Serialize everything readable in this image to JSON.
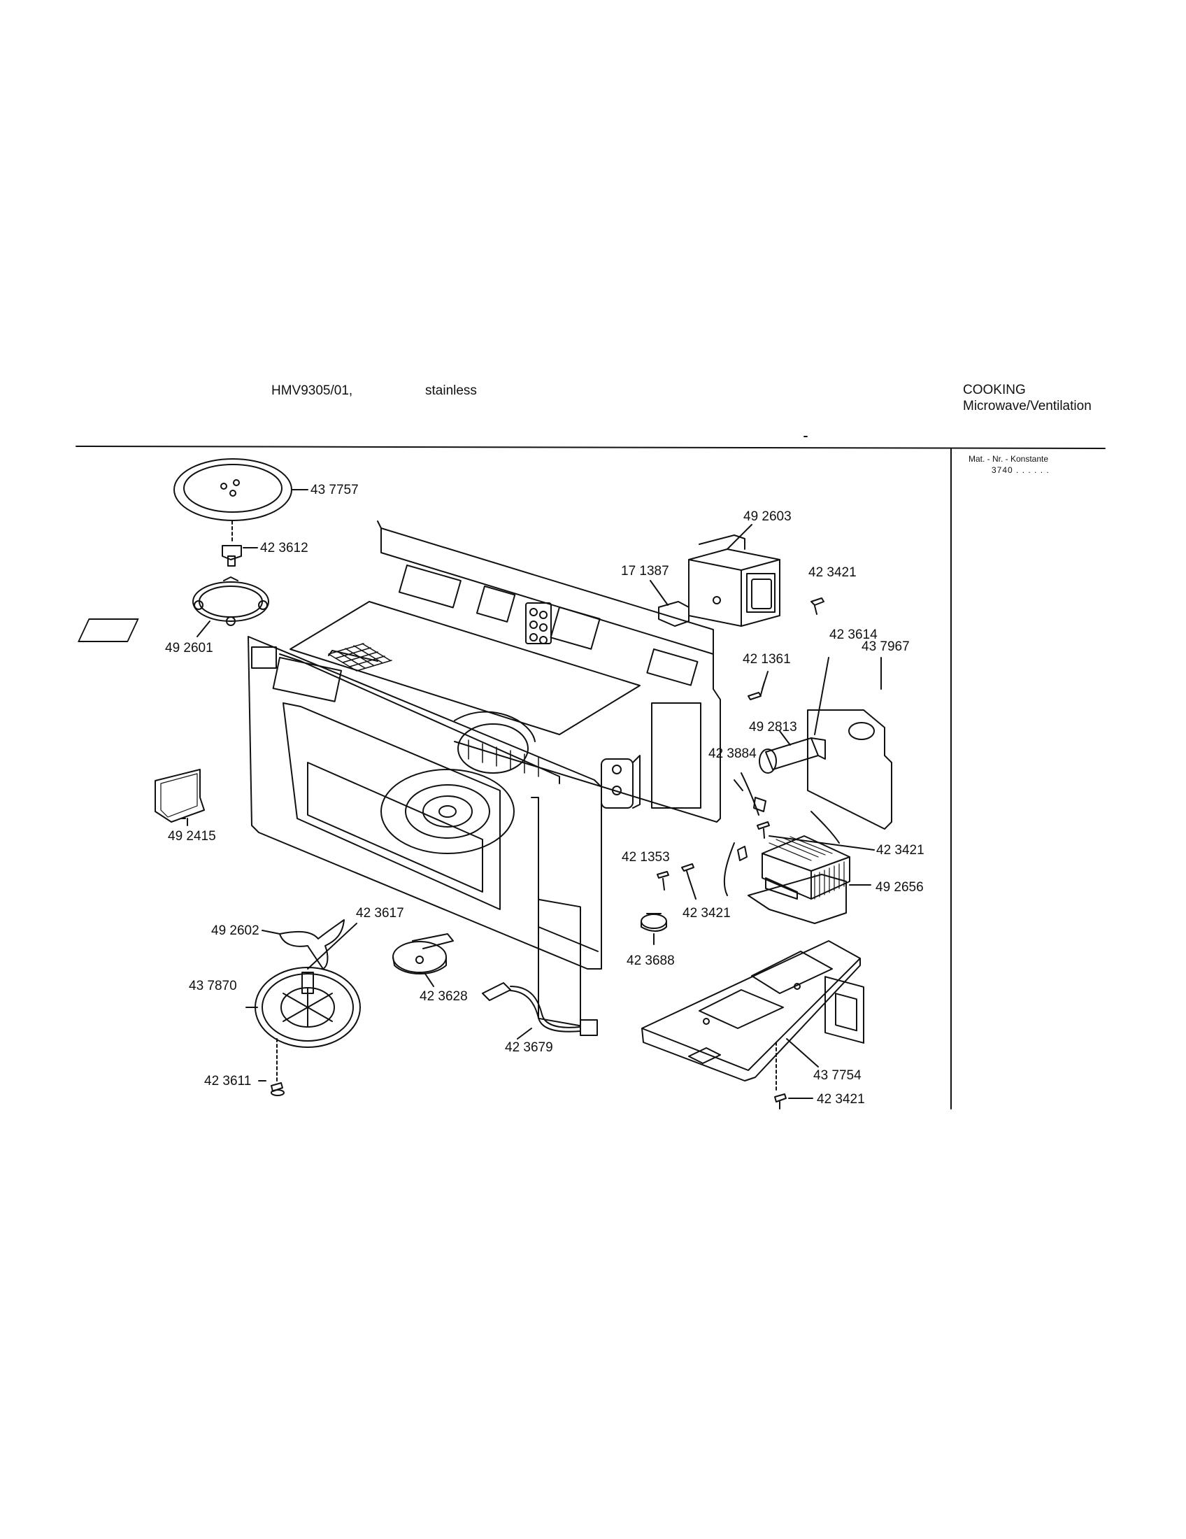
{
  "header": {
    "model": "HMV9305/01,",
    "finish": "stainless",
    "category": "COOKING",
    "subcategory": "Microwave/Ventilation",
    "mat_nr_label": "Mat. - Nr. - Konstante",
    "mat_nr_value": "3740 . .   . . . ."
  },
  "parts": [
    {
      "id": "p1",
      "label": "43 7757"
    },
    {
      "id": "p2",
      "label": "42 3612"
    },
    {
      "id": "p3",
      "label": "49 2601"
    },
    {
      "id": "p4",
      "label": "49 2415"
    },
    {
      "id": "p5",
      "label": "49 2602"
    },
    {
      "id": "p6",
      "label": "42 3617"
    },
    {
      "id": "p7",
      "label": "43 7870"
    },
    {
      "id": "p8",
      "label": "42 3611"
    },
    {
      "id": "p9",
      "label": "42 3628"
    },
    {
      "id": "p10",
      "label": "42 3679"
    },
    {
      "id": "p11",
      "label": "49 2603"
    },
    {
      "id": "p12",
      "label": "17 1387"
    },
    {
      "id": "p13",
      "label": "42 3421"
    },
    {
      "id": "p14",
      "label": "42 3614"
    },
    {
      "id": "p15",
      "label": "42 1361"
    },
    {
      "id": "p16",
      "label": "43 7967"
    },
    {
      "id": "p17",
      "label": "49 2813"
    },
    {
      "id": "p18",
      "label": "42 3884"
    },
    {
      "id": "p19",
      "label": "42 3421"
    },
    {
      "id": "p20",
      "label": "42 1353"
    },
    {
      "id": "p21",
      "label": "49 2656"
    },
    {
      "id": "p22",
      "label": "42 3421"
    },
    {
      "id": "p23",
      "label": "42 3688"
    },
    {
      "id": "p24",
      "label": "43 7754"
    },
    {
      "id": "p25",
      "label": "42 3421"
    }
  ]
}
